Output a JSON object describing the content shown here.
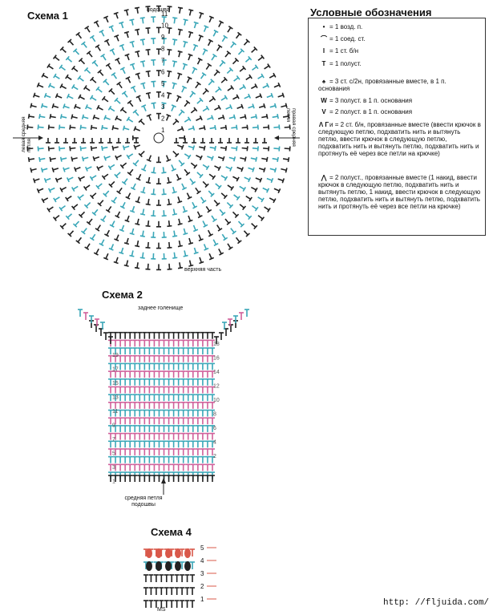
{
  "scheme1": {
    "title": "Схема 1",
    "top_label": "подошва",
    "bottom_label": "верхняя часть",
    "left_label": "левая средняя петля",
    "right_label": "правая средняя петля",
    "row_numbers": [
      "11",
      "10",
      "9",
      "8",
      "7",
      "6",
      "5",
      "4",
      "3",
      "2",
      "1"
    ]
  },
  "legend": {
    "title": "Условные обозначения",
    "items": [
      {
        "symbol": "•",
        "text": "= 1 возд. п."
      },
      {
        "symbol": "⌒",
        "text": "= 1 соед. ст."
      },
      {
        "symbol": "I",
        "text": "= 1 ст. б/н"
      },
      {
        "symbol": "T",
        "text": "= 1 полуст."
      },
      {
        "symbol": "♠",
        "text": "= 3 ст. с/2н, провязанные вместе, в 1 п. основания"
      },
      {
        "symbol": "W",
        "text": "= 3 полуст. в 1 п. основания"
      },
      {
        "symbol": "V",
        "text": "= 2 полуст. в 1 п. основания"
      },
      {
        "symbol": "Λ Γ",
        "text": "и     = 2 ст. б/н, провязанные вместе (ввести крючок в следующую петлю, подхватить нить и вытянуть петлю, ввести крючок в следующую петлю, подхватить нить и вытянуть петлю, подхватить нить и протянуть её через все петли на крючке)"
      },
      {
        "symbol": "⋀",
        "text": "= 2 полуст., провязанные вместе (1 накид, ввести крючок в следующую петлю, подхватить нить и вытянуть петлю, 1 накид, ввести крючок в следующую петлю, подхватить нить и вытянуть петлю, подхватить нить и протянуть её через все петли на крючке)"
      }
    ]
  },
  "scheme2": {
    "title": "Схема 2",
    "top_label": "заднее голенище",
    "bottom_label": "средняя петля подошвы",
    "left_rows": [
      "19",
      "17",
      "15",
      "13",
      "11",
      "9",
      "7",
      "5",
      "3",
      "1"
    ],
    "right_rows": [
      "18",
      "16",
      "14",
      "12",
      "10",
      "8",
      "6",
      "4",
      "2"
    ]
  },
  "scheme4": {
    "title": "Схема 4",
    "right_rows": [
      "5",
      "4",
      "3",
      "2",
      "1"
    ],
    "bottom_label": "MS"
  },
  "footer": {
    "url": "http: //fljuida.com/"
  },
  "colors": {
    "teal": "#3aa7b8",
    "pink": "#d0609a",
    "black": "#222222",
    "red": "#d9584a"
  }
}
